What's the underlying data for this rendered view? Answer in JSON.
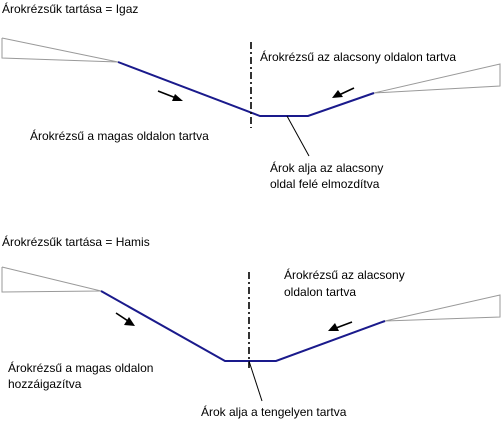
{
  "top": {
    "title": "Árokrézsűk tartása = Igaz",
    "low_side": "Árokrézsű az alacsony oldalon tartva",
    "high_side": "Árokrézsű a magas oldalon tartva",
    "bottom_line1": "Árok alja az alacsony",
    "bottom_line2": "oldal felé elmozdítva"
  },
  "bottom": {
    "title": "Árokrézsűk tartása = Hamis",
    "low_side_line1": "Árokrézsű az alacsony",
    "low_side_line2": "oldalon tartva",
    "high_side_line1": "Árokrézsű a magas oldalon",
    "high_side_line2": "hozzáigazítva",
    "bottom": "Árok alja a tengelyen tartva"
  },
  "colors": {
    "ditch": "#1a1a8c",
    "terrain": "#9a9a9a",
    "leader": "#000000"
  }
}
